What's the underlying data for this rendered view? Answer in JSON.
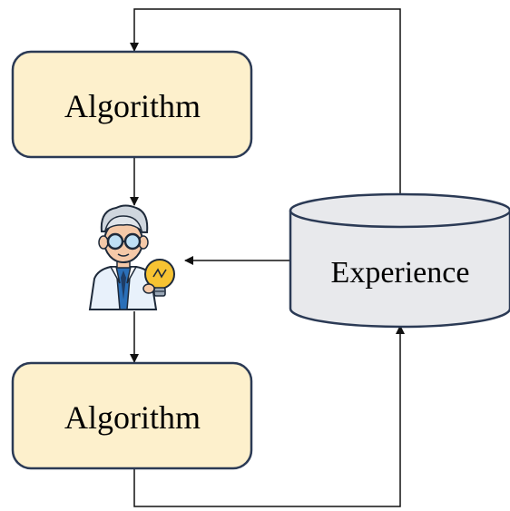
{
  "nodes": {
    "algorithm_top": {
      "label": "Algorithm"
    },
    "algorithm_bottom": {
      "label": "Algorithm"
    },
    "experience": {
      "label": "Experience"
    }
  },
  "figure": {
    "icon": "scientist-with-lightbulb-icon"
  },
  "colors": {
    "box_fill": "#fdf0cc",
    "box_stroke": "#2b3a55",
    "cylinder_fill": "#e8e9ec",
    "line": "#111111"
  }
}
